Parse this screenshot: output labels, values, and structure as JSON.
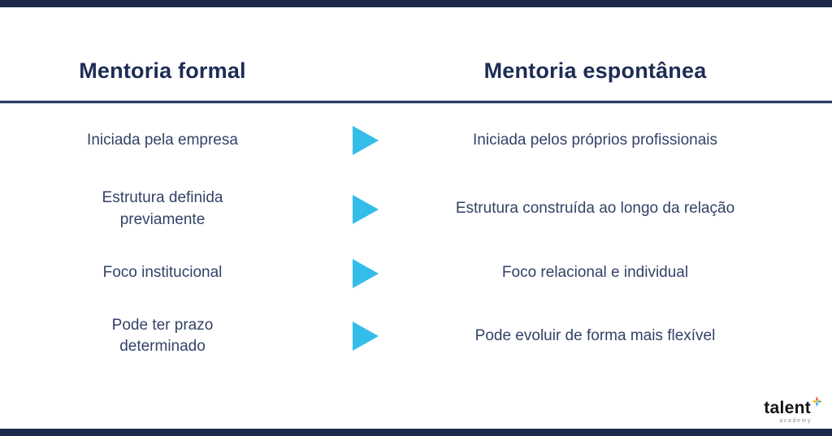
{
  "header": {
    "left": "Mentoria formal",
    "right": "Mentoria espontânea"
  },
  "rows": [
    {
      "left": "Iniciada pela empresa",
      "right": "Iniciada pelos próprios profissionais"
    },
    {
      "left": "Estrutura definida previamente",
      "right": "Estrutura construída ao longo da relação"
    },
    {
      "left": "Foco institucional",
      "right": "Foco relacional e individual"
    },
    {
      "left": "Pode ter prazo determinado",
      "right": "Pode evoluir de forma mais flexível"
    }
  ],
  "logo": {
    "brand": "talent",
    "sub": "academy"
  },
  "icons": {
    "arrow": "play-right-triangle",
    "logo_sparkle": "four-color-sparkle"
  },
  "colors": {
    "background": "#ffffff",
    "accent_bar": "#1b2a4a",
    "header_text": "#1e2c55",
    "body_text": "#344268",
    "divider": "#2b3b60",
    "arrow": "#35bdea"
  }
}
